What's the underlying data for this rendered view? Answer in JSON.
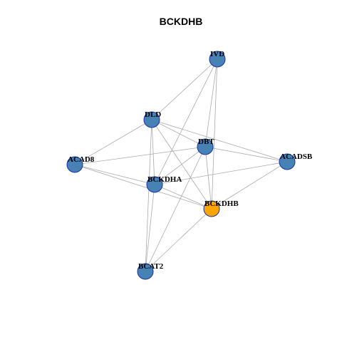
{
  "graph": {
    "title": "BCKDHB",
    "colors": {
      "node_default": "#4682b4",
      "node_focus": "#ffa500",
      "node_border": "#1a2fb0",
      "edge": "#aaaaaa"
    },
    "focus": "BCKDHB",
    "nodes": [
      "IVD",
      "DLD",
      "DBT",
      "ACAD8",
      "ACADSB",
      "BCKDHA",
      "BCKDHB",
      "BCAT2"
    ],
    "edges": [
      [
        "IVD",
        "DLD"
      ],
      [
        "IVD",
        "DBT"
      ],
      [
        "IVD",
        "BCKDHA"
      ],
      [
        "IVD",
        "BCKDHB"
      ],
      [
        "DLD",
        "ACAD8"
      ],
      [
        "DLD",
        "DBT"
      ],
      [
        "DLD",
        "BCKDHA"
      ],
      [
        "DLD",
        "BCKDHB"
      ],
      [
        "DLD",
        "BCAT2"
      ],
      [
        "DLD",
        "ACADSB"
      ],
      [
        "DBT",
        "ACAD8"
      ],
      [
        "DBT",
        "BCKDHA"
      ],
      [
        "DBT",
        "BCKDHB"
      ],
      [
        "DBT",
        "BCAT2"
      ],
      [
        "DBT",
        "ACADSB"
      ],
      [
        "ACAD8",
        "BCKDHA"
      ],
      [
        "ACAD8",
        "BCKDHB"
      ],
      [
        "ACADSB",
        "BCKDHA"
      ],
      [
        "ACADSB",
        "BCKDHB"
      ],
      [
        "BCKDHA",
        "BCKDHB"
      ],
      [
        "BCKDHA",
        "BCAT2"
      ],
      [
        "BCKDHB",
        "BCAT2"
      ]
    ]
  }
}
